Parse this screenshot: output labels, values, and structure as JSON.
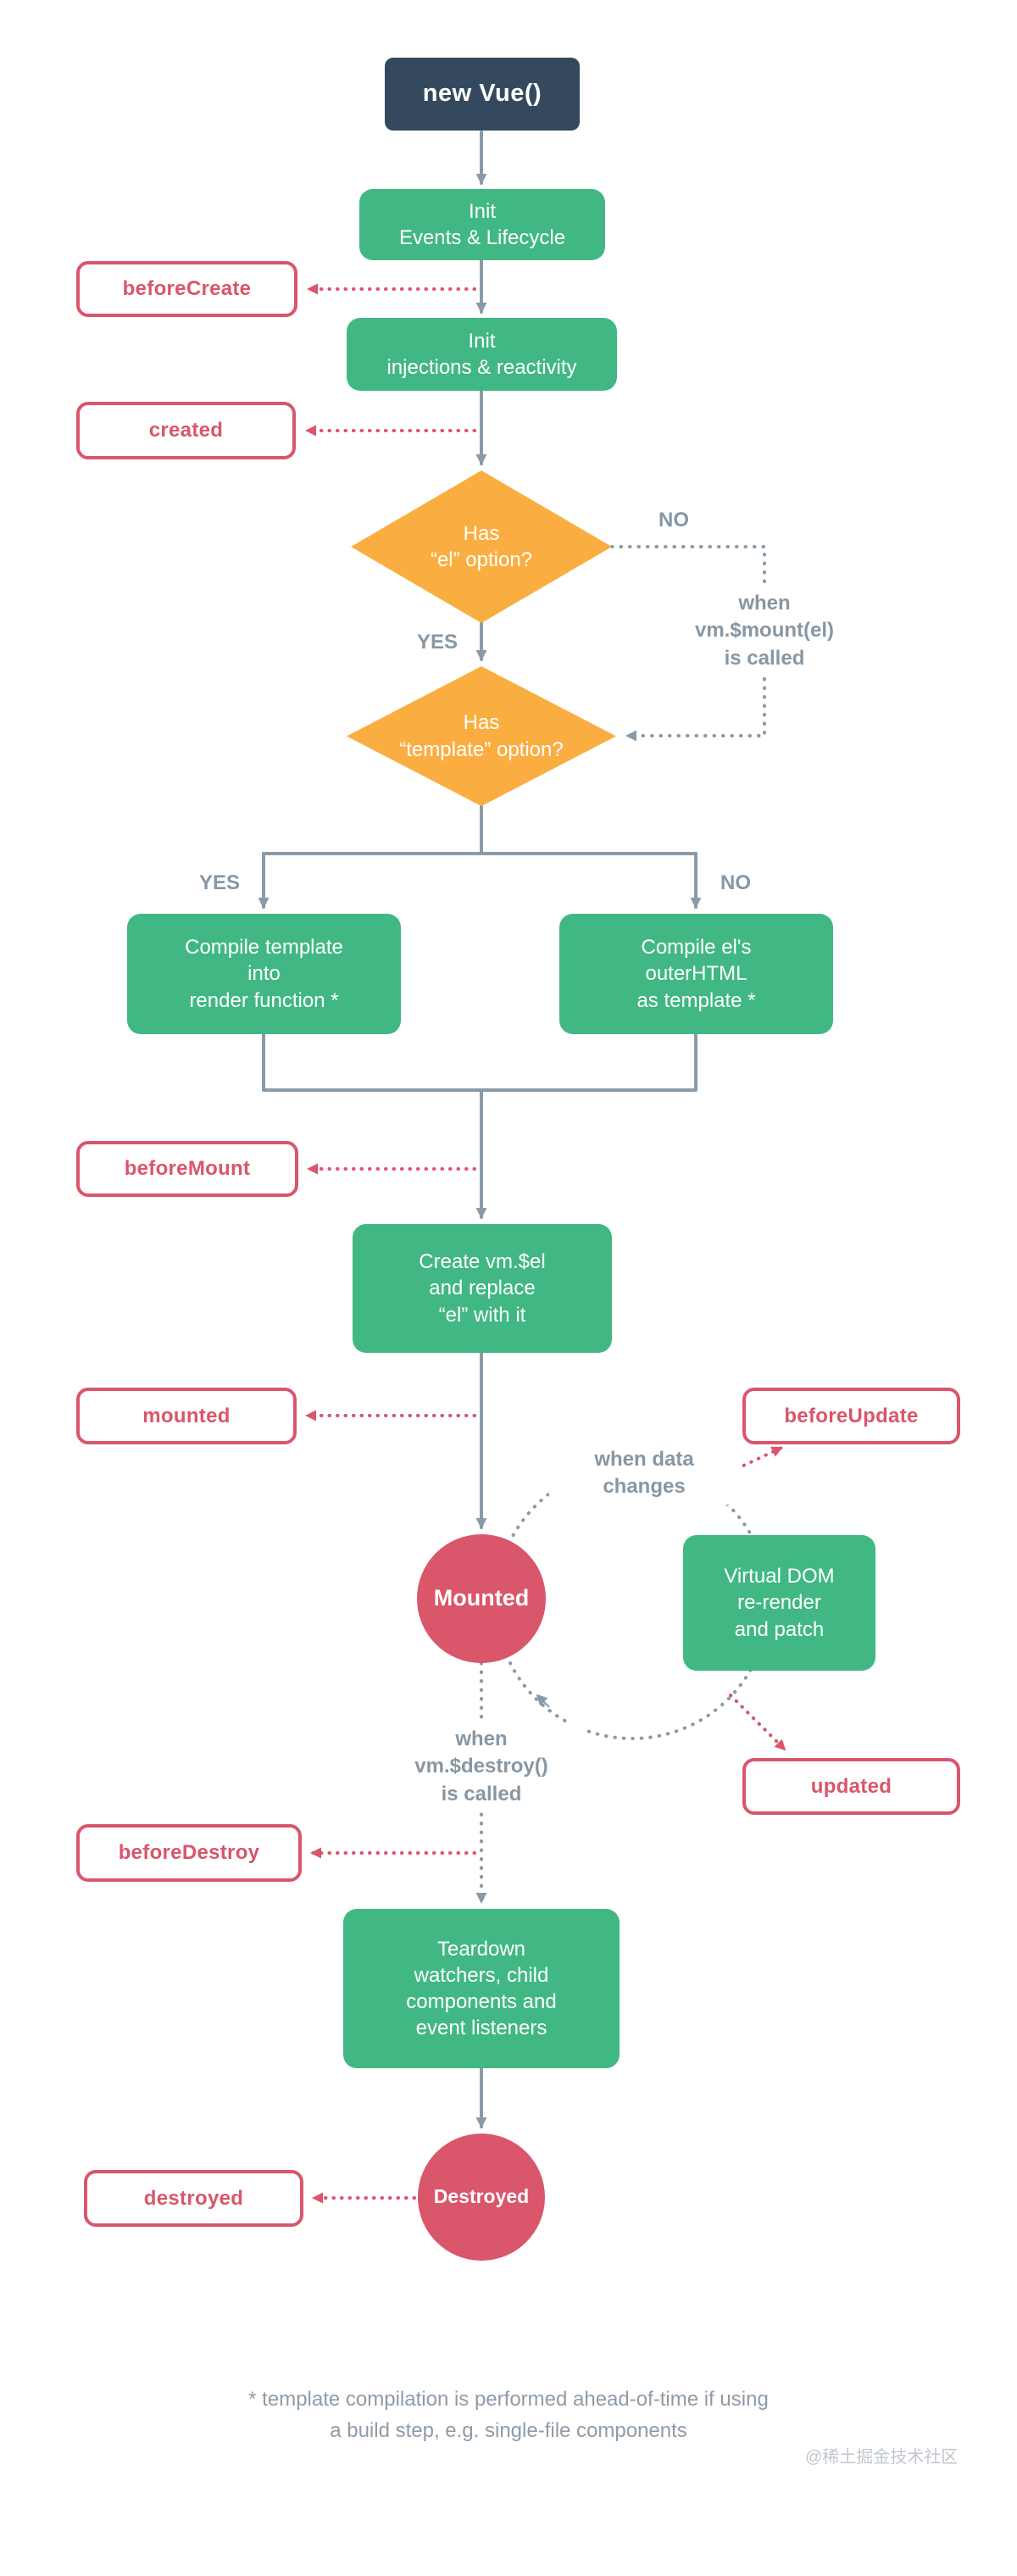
{
  "colors": {
    "navy": "#35495E",
    "green": "#41B883",
    "amber": "#FAAE42",
    "rose": "#D9566B",
    "gray_line": "#8A9AA8",
    "gray_text": "#8797A3"
  },
  "flow": {
    "start": "new Vue()",
    "init_events": "Init\nEvents & Lifecycle",
    "init_injections": "Init\ninjections & reactivity",
    "has_el": "Has\n“el” option?",
    "has_template": "Has\n“template” option?",
    "compile_template": "Compile template\ninto\nrender function *",
    "compile_el": "Compile el's\nouterHTML\nas template *",
    "create_el": "Create vm.$el\nand replace\n“el” with it",
    "mounted_state": "Mounted",
    "virtual_dom": "Virtual DOM\nre-render\nand patch",
    "teardown": "Teardown\nwatchers, child\ncomponents and\nevent listeners",
    "destroyed_state": "Destroyed"
  },
  "hooks": {
    "before_create": "beforeCreate",
    "created": "created",
    "before_mount": "beforeMount",
    "mounted": "mounted",
    "before_update": "beforeUpdate",
    "updated": "updated",
    "before_destroy": "beforeDestroy",
    "destroyed": "destroyed"
  },
  "labels": {
    "no_el": "NO",
    "yes_el": "YES",
    "yes_template": "YES",
    "no_template": "NO",
    "when_mount": "when\nvm.$mount(el)\nis called",
    "when_data": "when data\nchanges",
    "when_destroy": "when\nvm.$destroy()\nis called"
  },
  "footer": {
    "note": "* template compilation is performed ahead-of-time if using\na build step, e.g. single-file components",
    "watermark": "@稀土掘金技术社区"
  }
}
